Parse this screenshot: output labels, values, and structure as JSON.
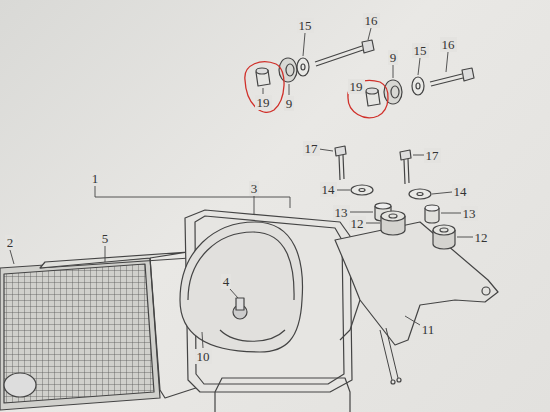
{
  "diagram": {
    "labels": [
      "15",
      "16",
      "9",
      "15",
      "16",
      "19",
      "9",
      "19",
      "17",
      "17",
      "14",
      "14",
      "13",
      "13",
      "12",
      "12",
      "1",
      "3",
      "2",
      "5",
      "4",
      "10",
      "11"
    ]
  }
}
